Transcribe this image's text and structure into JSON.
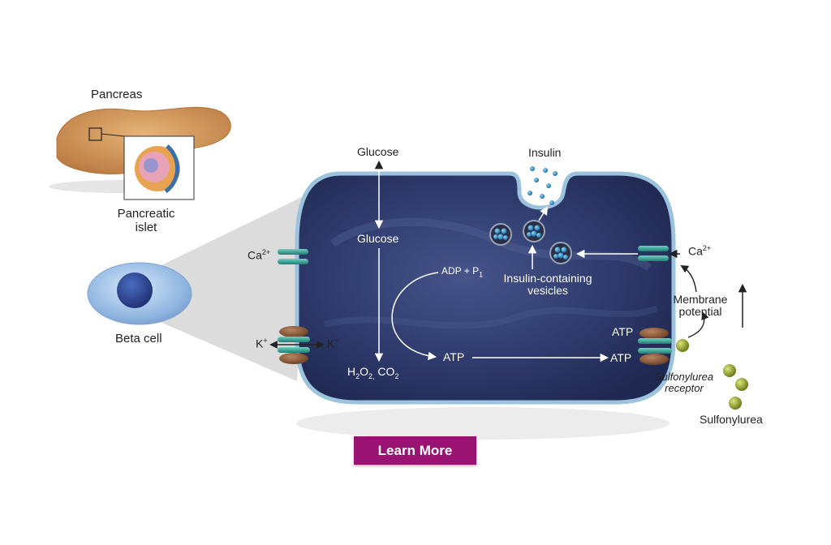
{
  "labels": {
    "pancreas": "Pancreas",
    "pancreatic_islet_1": "Pancreatic",
    "pancreatic_islet_2": "islet",
    "beta_cell": "Beta cell",
    "glucose_outside": "Glucose",
    "glucose_inside": "Glucose",
    "insulin": "Insulin",
    "adp_pi_main": "ADP + P",
    "adp_pi_sub": "1",
    "vesicles_1": "Insulin-containing",
    "vesicles_2": "vesicles",
    "ca_left": "Ca",
    "ca_left_sup": "2+",
    "ca_right": "Ca",
    "ca_right_sup": "2+",
    "k_left": "K",
    "k_left_sup": "+",
    "k_right": "K",
    "k_right_sup": "+",
    "h2o2_a": "H",
    "h2o2_b": "2",
    "h2o2_c": "O",
    "h2o2_d": "2,",
    "co2_a": " CO",
    "co2_b": "2",
    "atp_center": "ATP",
    "atp_right": "ATP",
    "atp_channel": "ATP",
    "membrane_1": "Membrane",
    "membrane_2": "potential",
    "sulfonylurea_receptor_1": "Sulfonylurea",
    "sulfonylurea_receptor_2": "receptor",
    "sulfonylurea": "Sulfonylurea"
  },
  "button": {
    "learn_more": "Learn More"
  },
  "colors": {
    "cell_fill": "#2c3a6e",
    "cell_border": "#9cc3de",
    "channel_teal": "#2f9e92",
    "potassium_brown": "#8a5a3c",
    "vesicle_blue": "#2f8fd0",
    "sulfonylurea_green": "#9aaa2e",
    "pancreas_tan": "#d29a5a",
    "button": "#9b1372"
  }
}
